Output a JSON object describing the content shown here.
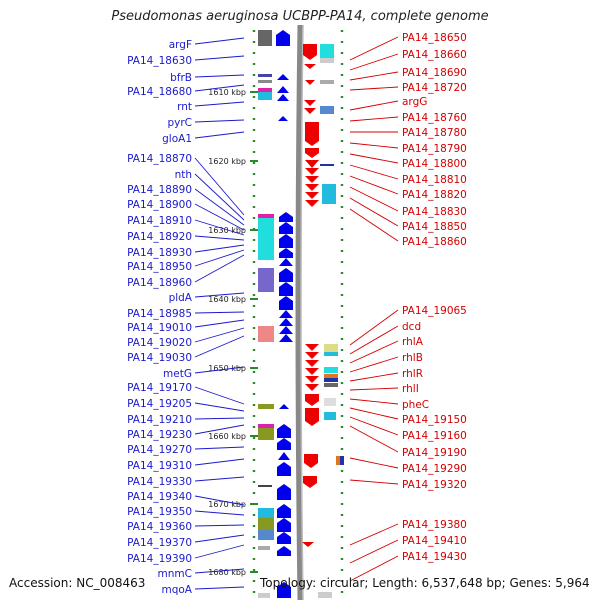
{
  "title": "Pseudomonas aeruginosa UCBPP-PA14, complete genome",
  "accession": "Accession: NC_008463",
  "summary": "Topology: circular; Length: 6,537,648 bp; Genes: 5,964",
  "colors": {
    "left_label": "#1a1acc",
    "right_label": "#d40000",
    "forward_feature": "#0000ee",
    "reverse_feature": "#ee0000",
    "backbone": "#888888",
    "tick": "#2a8a2a"
  },
  "ticks": [
    "1610 kbp",
    "1620 kbp",
    "1630 kbp",
    "1640 kbp",
    "1650 kbp",
    "1660 kbp",
    "1670 kbp",
    "1680 kbp"
  ],
  "left_labels": [
    "argF",
    "PA14_18630",
    "bfrB",
    "PA14_18680",
    "rnt",
    "pyrC",
    "gloA1",
    "PA14_18870",
    "nth",
    "PA14_18890",
    "PA14_18900",
    "PA14_18910",
    "PA14_18920",
    "PA14_18930",
    "PA14_18950",
    "PA14_18960",
    "pldA",
    "PA14_18985",
    "PA14_19010",
    "PA14_19020",
    "PA14_19030",
    "metG",
    "PA14_19170",
    "PA14_19205",
    "PA14_19210",
    "PA14_19230",
    "PA14_19270",
    "PA14_19310",
    "PA14_19330",
    "PA14_19340",
    "PA14_19350",
    "PA14_19360",
    "PA14_19370",
    "PA14_19390",
    "mnmC",
    "mqoA"
  ],
  "right_labels": [
    "PA14_18650",
    "PA14_18660",
    "PA14_18690",
    "PA14_18720",
    "argG",
    "PA14_18760",
    "PA14_18780",
    "PA14_18790",
    "PA14_18800",
    "PA14_18810",
    "PA14_18820",
    "PA14_18830",
    "PA14_18850",
    "PA14_18860",
    "PA14_19065",
    "dcd",
    "rhlA",
    "rhlB",
    "rhlR",
    "rhlI",
    "pheC",
    "PA14_19150",
    "PA14_19160",
    "PA14_19190",
    "PA14_19290",
    "PA14_19320",
    "PA14_19380",
    "PA14_19410",
    "PA14_19430"
  ]
}
